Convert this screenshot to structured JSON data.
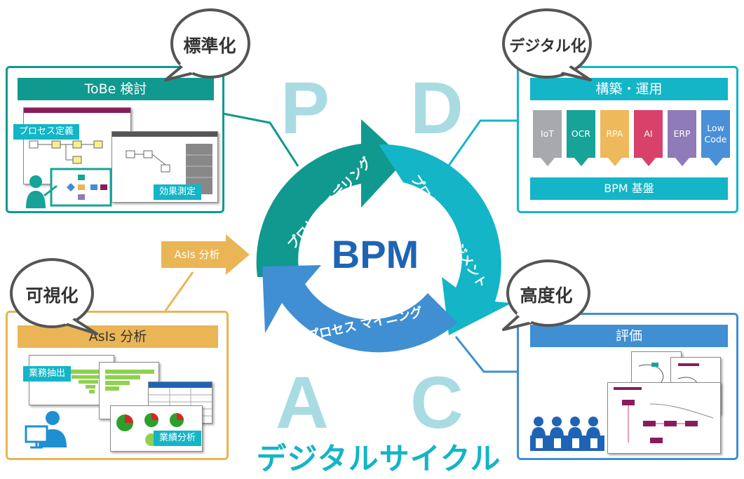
{
  "center": {
    "title": "BPM",
    "arc_modeling": "プロセス モデリング",
    "arc_management": "プロセス マネジメント",
    "arc_mining": "プロセス マイニング",
    "cycle_label": "デジタルサイクル"
  },
  "pdca": {
    "p": "P",
    "d": "D",
    "a": "A",
    "c": "C"
  },
  "bubbles": {
    "standardize": "標準化",
    "digitize": "デジタル化",
    "visualize": "可視化",
    "advance": "高度化"
  },
  "panels": {
    "tobe": {
      "header": "ToBe 検討",
      "tag_process": "プロセス定義",
      "tag_effect": "効果測定"
    },
    "build": {
      "header": "構築・運用",
      "tools": [
        {
          "label": "IoT",
          "color": "#a7a9ac"
        },
        {
          "label": "OCR",
          "color": "#17a398"
        },
        {
          "label": "RPA",
          "color": "#eeb95a"
        },
        {
          "label": "AI",
          "color": "#d8416a"
        },
        {
          "label": "ERP",
          "color": "#8f7bb7"
        },
        {
          "label": "Low Code",
          "color": "#4a90d9"
        }
      ],
      "base": "BPM 基盤"
    },
    "asis": {
      "header": "AsIs 分析",
      "tag_extract": "業務抽出",
      "tag_results": "業績分析"
    },
    "eval": {
      "header": "評価"
    }
  },
  "asis_arrow": "AsIs 分析",
  "colors": {
    "teal_dark": "#10998f",
    "teal": "#13b5c7",
    "blue": "#3f8fd2",
    "orange": "#eab555",
    "pdca_light": "#a9dbe3",
    "bpm_text": "#1f64b4"
  }
}
